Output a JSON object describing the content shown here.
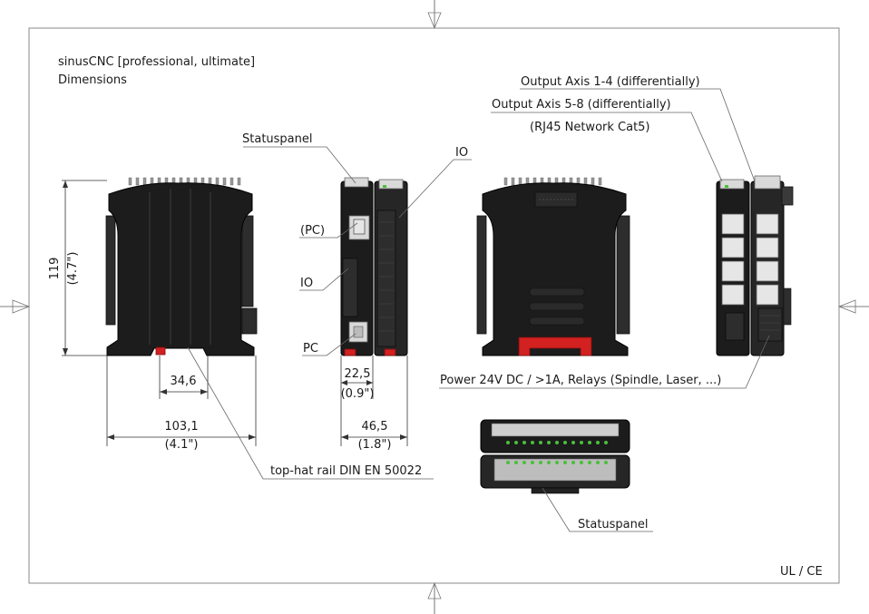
{
  "title": {
    "line1": "sinusCNC [professional, ultimate]",
    "line2": "Dimensions"
  },
  "labels": {
    "statuspanel_top": "Statuspanel",
    "io_top": "IO",
    "pc_paren": "(PC)",
    "io_mid": "IO",
    "pc": "PC",
    "output_1_4": "Output Axis 1-4 (differentially)",
    "output_5_8": "Output Axis 5-8 (differentially)",
    "rj45": "(RJ45 Network Cat5)",
    "power": "Power 24V DC / >1A, Relays (Spindle, Laser, ...)",
    "top_hat": "top-hat rail DIN EN 50022",
    "statuspanel_bottom": "Statuspanel",
    "ul_ce": "UL / CE"
  },
  "dimensions": {
    "height": "119",
    "height_in": "(4.7\")",
    "rail_width": "34,6",
    "width": "103,1",
    "width_in": "(4.1\")",
    "module_depth": "22,5",
    "module_depth_in": "(0.9\")",
    "total_depth": "46,5",
    "total_depth_in": "(1.8\")"
  },
  "colors": {
    "housing": "#1c1c1c",
    "rail_clip": "#d32020",
    "led": "#4bbf3c",
    "frame": "#888888"
  }
}
